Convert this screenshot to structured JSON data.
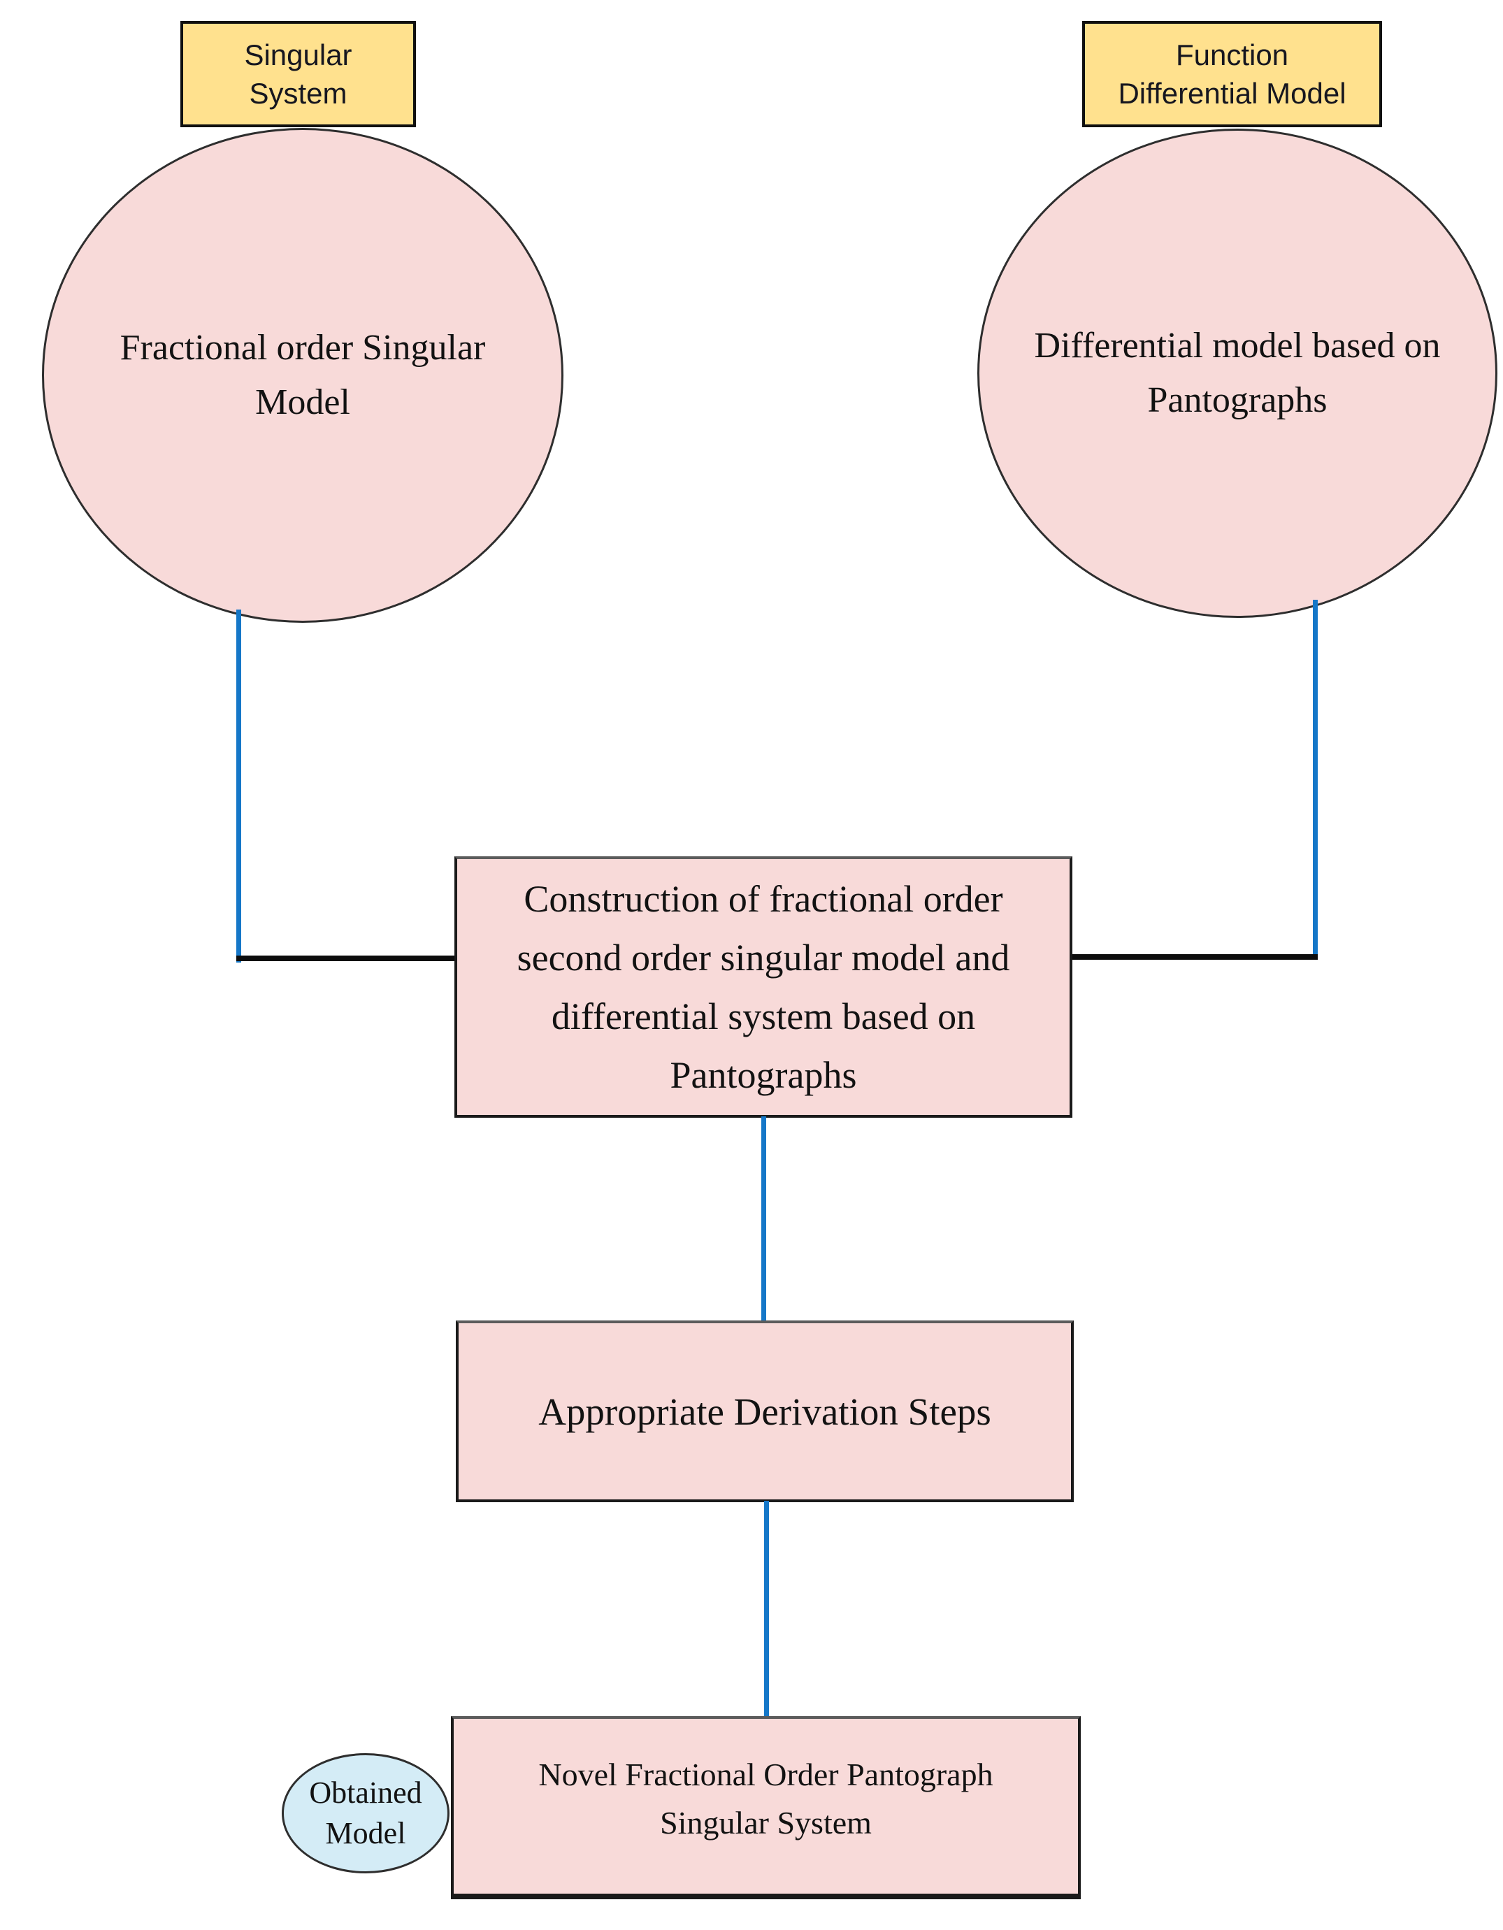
{
  "diagram": {
    "top_left_label": {
      "lines": [
        "Singular",
        "System"
      ]
    },
    "top_right_label": {
      "lines": [
        "Function",
        "Differential Model"
      ]
    },
    "left_circle": {
      "lines": [
        "Fractional order Singular",
        "Model"
      ]
    },
    "right_circle": {
      "lines": [
        "Differential model based on",
        "Pantographs"
      ]
    },
    "construction_box": {
      "lines": [
        "Construction of fractional order",
        "second order singular model and",
        "differential system based on",
        "Pantographs"
      ]
    },
    "derivation_box": {
      "label": "Appropriate Derivation Steps"
    },
    "result_box": {
      "lines": [
        "Novel Fractional Order Pantograph",
        "Singular System"
      ]
    },
    "obtained_label": {
      "lines": [
        "Obtained",
        "Model"
      ]
    },
    "colors": {
      "node_fill_pink": "#f8dad9",
      "label_fill_yellow": "#ffe18e",
      "obtained_fill_blue": "#d4ecf6",
      "connector_blue": "#1577c8",
      "connector_black": "#0d0d0d",
      "border_dark": "#1a1a1a"
    }
  }
}
